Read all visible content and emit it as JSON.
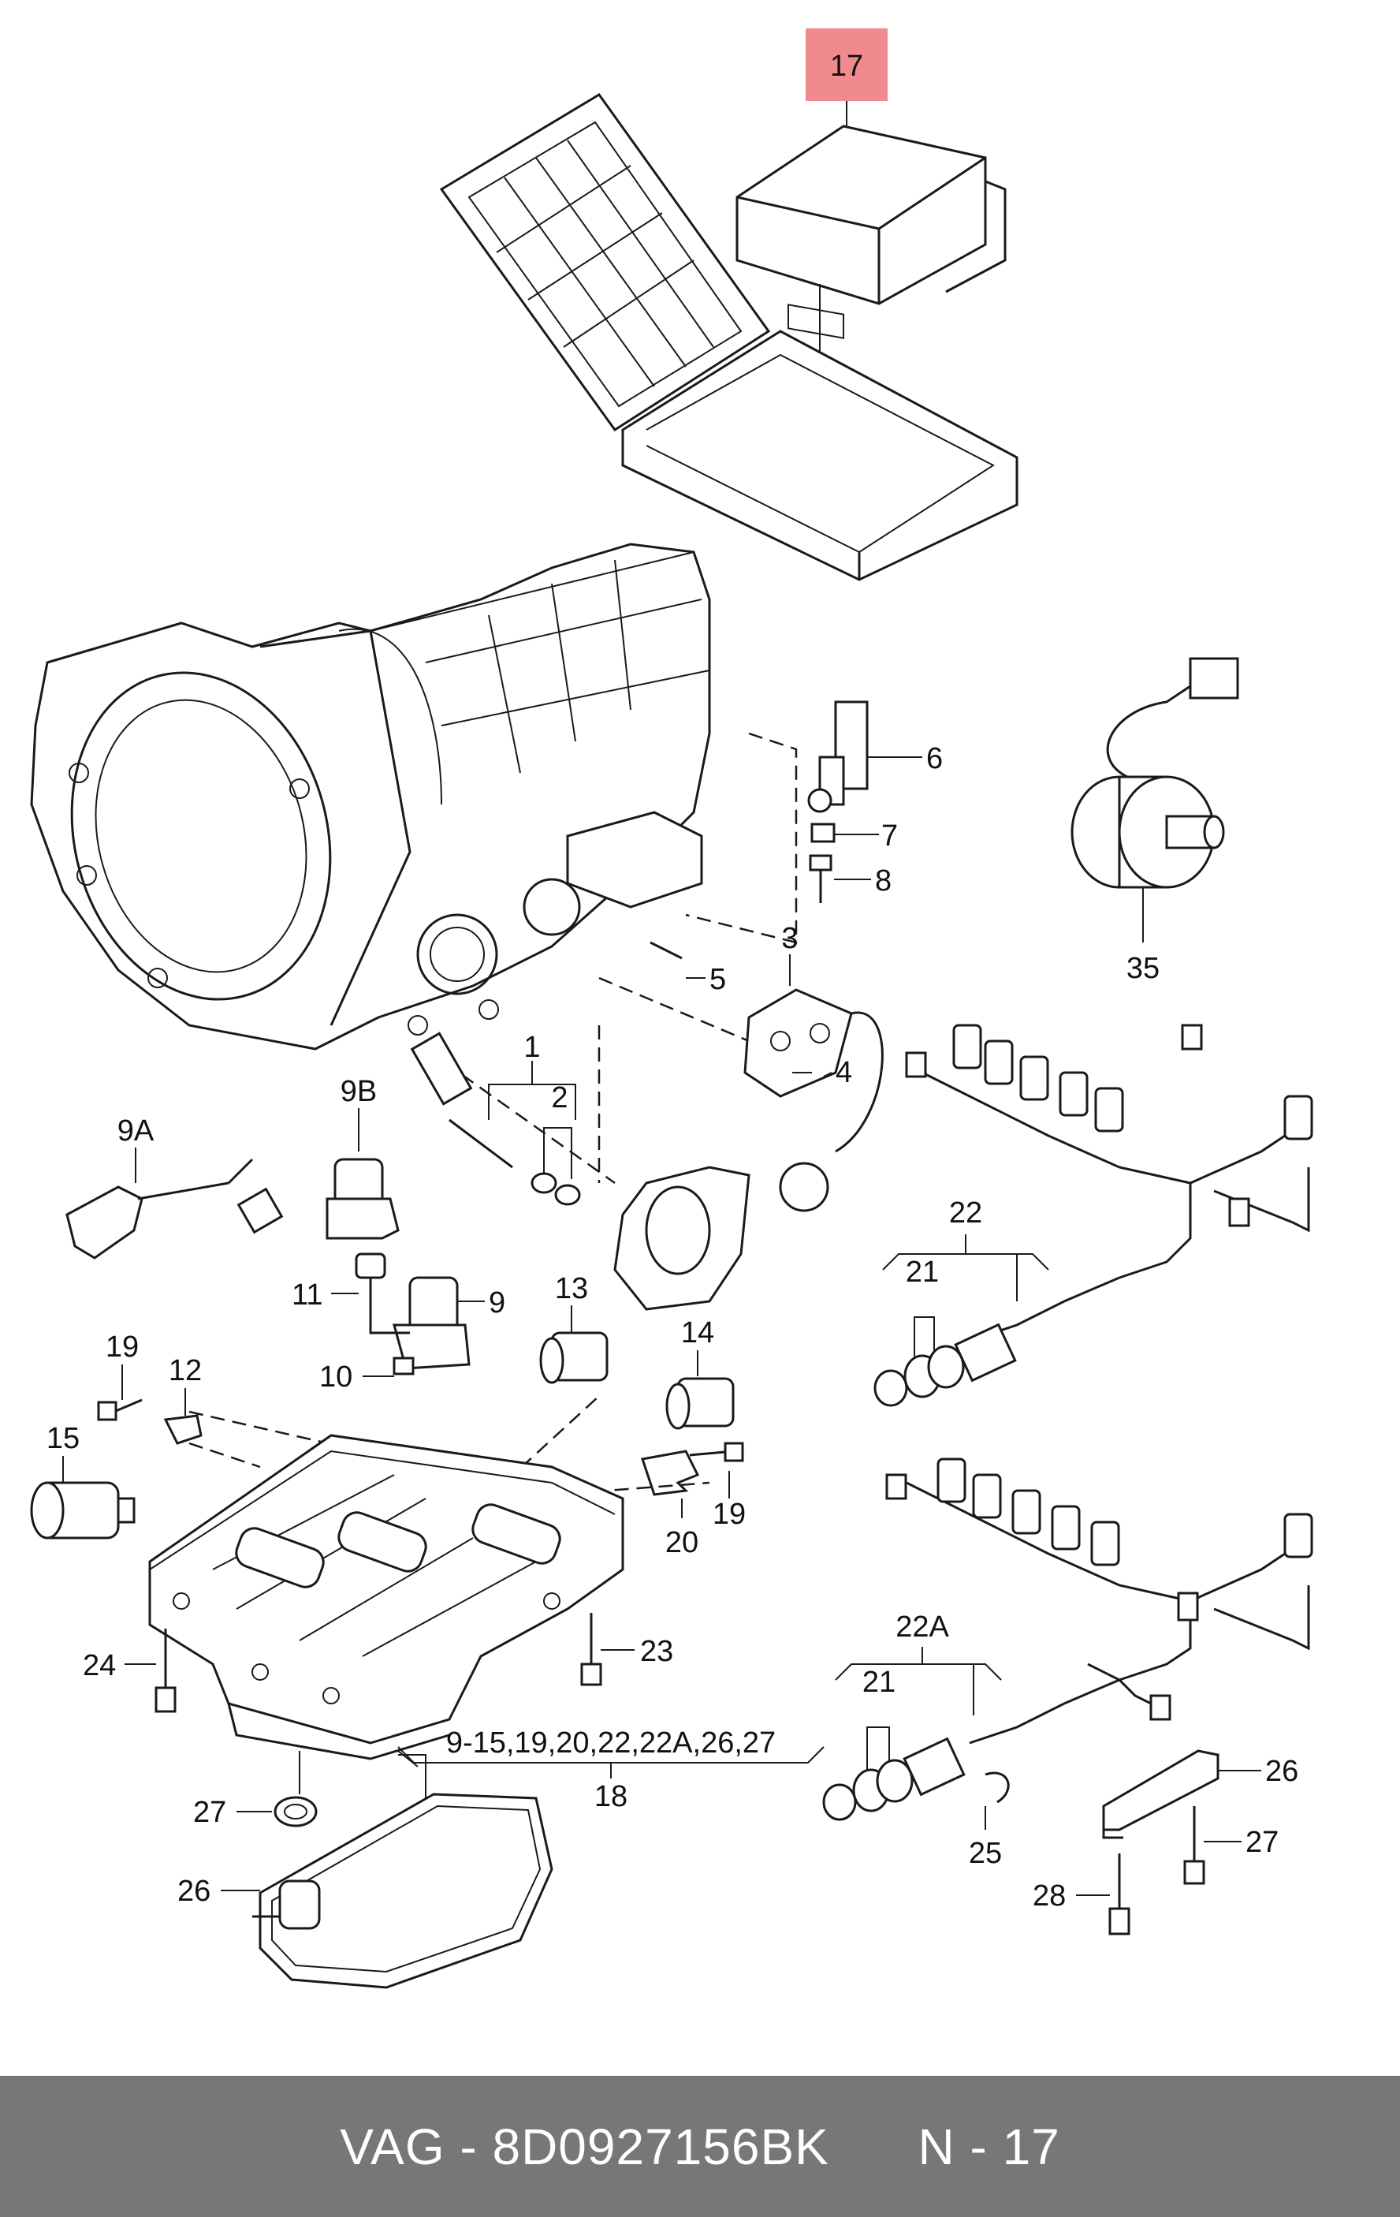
{
  "highlight_color": "#f08a8f",
  "callouts": {
    "c17": "17",
    "c6": "6",
    "c7": "7",
    "c8": "8",
    "c5": "5",
    "c3": "3",
    "c4": "4",
    "c35": "35",
    "c1": "1",
    "c2": "2",
    "c9A": "9A",
    "c9B": "9B",
    "c11": "11",
    "c9": "9",
    "c10": "10",
    "c13": "13",
    "c14": "14",
    "c22": "22",
    "c21a": "21",
    "c19a": "19",
    "c12": "12",
    "c15": "15",
    "c19b": "19",
    "c20": "20",
    "c24": "24",
    "c23": "23",
    "c22A": "22A",
    "c21b": "21",
    "c_range": "9-15,19,20,22,22A,26,27",
    "c18": "18",
    "c27a": "27",
    "c26a": "26",
    "c26b": "26",
    "c27b": "27",
    "c25": "25",
    "c28": "28"
  },
  "footer": {
    "brand": "VAG",
    "separator": " - ",
    "part_number": "8D0927156BK",
    "ref": "N - 17"
  }
}
